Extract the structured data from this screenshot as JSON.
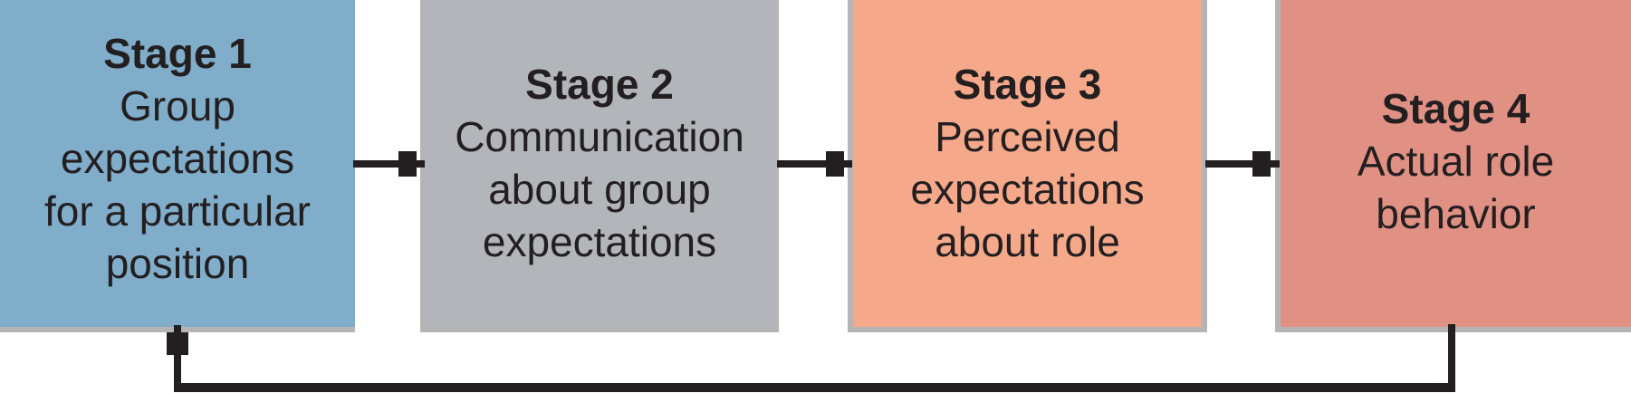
{
  "figure": {
    "description": "Four-stage role development flow diagram with feedback loop",
    "background": "#ffffff"
  },
  "colors": {
    "connector": "#231f20",
    "text": "#231f20",
    "box_border": "#b5b5b5",
    "stage1_fill": "#7fadca",
    "stage2_fill": "#b2b5ba",
    "stage3_fill": "#f6a98a",
    "stage4_fill": "#e19184"
  },
  "stages": [
    {
      "title": "Stage 1",
      "lines": [
        "Group",
        "expectations",
        "for a particular",
        "position"
      ],
      "fill": "#7fadca"
    },
    {
      "title": "Stage 2",
      "lines": [
        "Communication",
        "about group",
        "expectations"
      ],
      "fill": "#b2b5ba"
    },
    {
      "title": "Stage 3",
      "lines": [
        "Perceived",
        "expectations",
        "about role"
      ],
      "fill": "#f6a98a"
    },
    {
      "title": "Stage 4",
      "lines": [
        "Actual role",
        "behavior"
      ],
      "fill": "#e19184"
    }
  ],
  "connectors": [
    {
      "name": "stage1-to-stage2",
      "type": "arrow-right"
    },
    {
      "name": "stage2-to-stage3",
      "type": "arrow-right"
    },
    {
      "name": "stage3-to-stage4",
      "type": "arrow-right"
    },
    {
      "name": "stage4-to-stage1",
      "type": "feedback-loop-arrow-up"
    }
  ]
}
